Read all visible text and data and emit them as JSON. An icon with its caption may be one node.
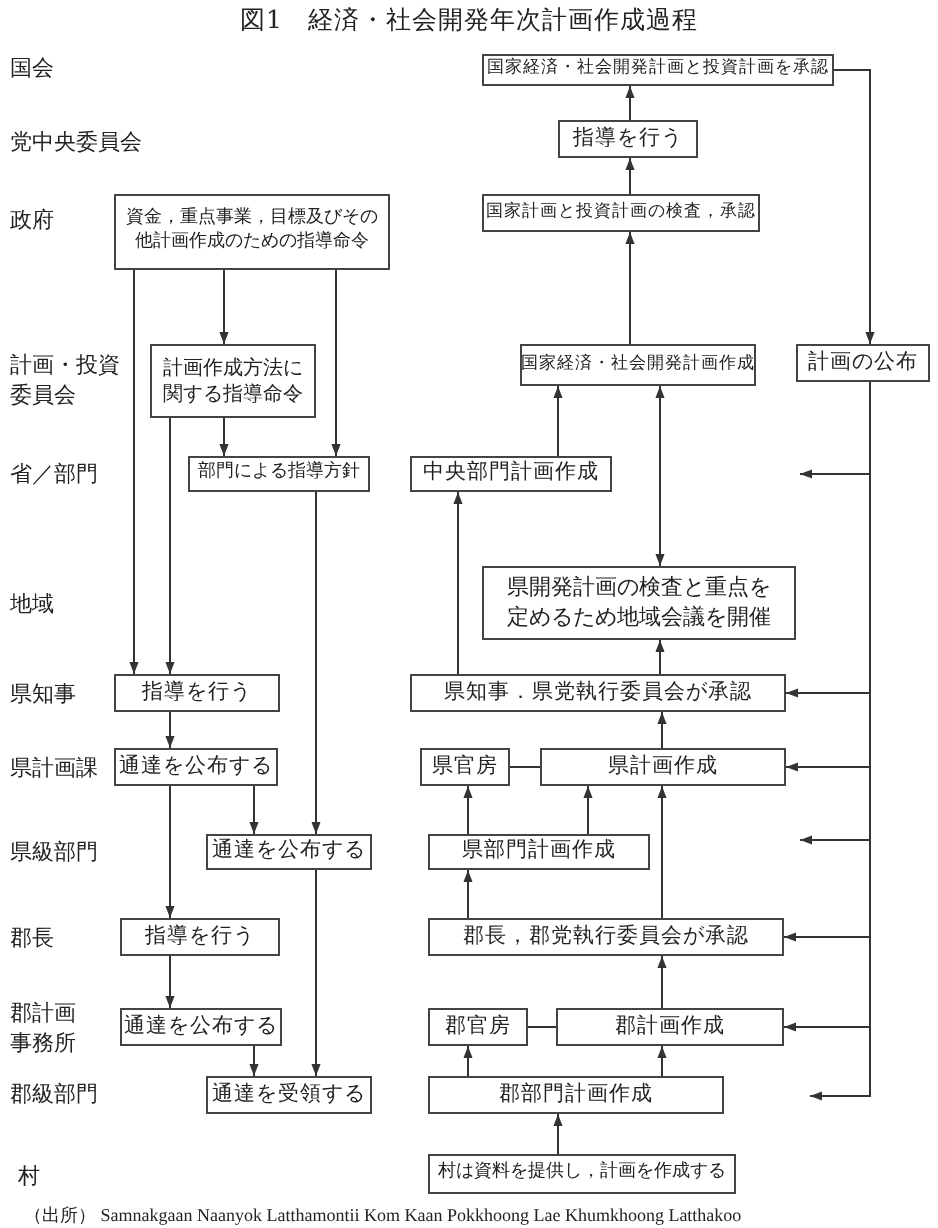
{
  "diagram": {
    "title": "図1　経済・社会開発年次計画作成過程",
    "nodes": [
      {
        "text": [
          "国家経済・社会開発計画と投資計画を承認"
        ]
      },
      {
        "text": [
          "指導を行う"
        ]
      },
      {
        "text": [
          "資金，重点事業，目標及びその他計画作成のための指導命令"
        ]
      },
      {
        "text": [
          "国家計画と投資計画の検査，承認"
        ]
      },
      {
        "text": [
          "計画作成方法に関する指導命令"
        ]
      },
      {
        "text": [
          "国家経済・社会開発計画作成"
        ]
      },
      {
        "text": [
          "計画の公布"
        ]
      },
      {
        "text": [
          "部門による指導方針"
        ]
      },
      {
        "text": [
          "中央部門計画作成"
        ]
      },
      {
        "text": [
          "県開発計画の検査と重点を定めるため地域会議を開催"
        ]
      },
      {
        "text": [
          "指導を行う"
        ]
      },
      {
        "text": [
          "県知事．県党執行委員会が承認"
        ]
      },
      {
        "text": [
          "通達を公布する"
        ]
      },
      {
        "text": [
          "県官房"
        ]
      },
      {
        "text": [
          "県計画作成"
        ]
      },
      {
        "text": [
          "通達を公布する"
        ]
      },
      {
        "text": [
          "県部門計画作成"
        ]
      },
      {
        "text": [
          "指導を行う"
        ]
      },
      {
        "text": [
          "郡長，郡党執行委員会が承認"
        ]
      },
      {
        "text": [
          "通達を公布する"
        ]
      },
      {
        "text": [
          "郡官房"
        ]
      },
      {
        "text": [
          "郡計画作成"
        ]
      },
      {
        "text": [
          "通達を受領する"
        ]
      },
      {
        "text": [
          "郡部門計画作成"
        ]
      },
      {
        "text": [
          "村は資料を提供し，計画を作成する"
        ]
      }
    ],
    "edges": [
      {
        "from": 1,
        "to": 0,
        "arrow": "to"
      },
      {
        "from": 0,
        "to": 6,
        "arrow": "to"
      },
      {
        "from": 3,
        "to": 1,
        "arrow": "to"
      },
      {
        "from": 2,
        "to": 10,
        "arrow": "to"
      },
      {
        "from": 2,
        "to": 4,
        "arrow": "to"
      },
      {
        "from": 2,
        "to": 7,
        "arrow": "to"
      },
      {
        "from": 5,
        "to": 3,
        "arrow": "to"
      },
      {
        "from": 4,
        "to": 10,
        "arrow": "to"
      },
      {
        "from": 4,
        "to": 7,
        "arrow": "to"
      },
      {
        "from": 8,
        "to": 5,
        "arrow": "to"
      },
      {
        "from": 5,
        "to": 9,
        "arrow": "both"
      },
      {
        "from": 7,
        "to": 15,
        "arrow": "to"
      },
      {
        "from": 11,
        "to": 8,
        "arrow": "to"
      },
      {
        "from": 11,
        "to": 9,
        "arrow": "to"
      },
      {
        "from": 10,
        "to": 12,
        "arrow": "to"
      },
      {
        "from": 12,
        "to": 15,
        "arrow": "to"
      },
      {
        "from": 12,
        "to": 17,
        "arrow": "to"
      },
      {
        "from": 14,
        "to": 11,
        "arrow": "to"
      },
      {
        "from": 13,
        "to": 14,
        "arrow": "none"
      },
      {
        "from": 16,
        "to": 13,
        "arrow": "to"
      },
      {
        "from": 16,
        "to": 14,
        "arrow": "to"
      },
      {
        "from": 18,
        "to": 16,
        "arrow": "to"
      },
      {
        "from": 18,
        "to": 14,
        "arrow": "to"
      },
      {
        "from": 15,
        "to": 22,
        "arrow": "to"
      },
      {
        "from": 17,
        "to": 19,
        "arrow": "to"
      },
      {
        "from": 21,
        "to": 18,
        "arrow": "to"
      },
      {
        "from": 20,
        "to": 21,
        "arrow": "none"
      },
      {
        "from": 23,
        "to": 20,
        "arrow": "to"
      },
      {
        "from": 23,
        "to": 21,
        "arrow": "to"
      },
      {
        "from": 19,
        "to": 22,
        "arrow": "to"
      },
      {
        "from": 24,
        "to": 23,
        "arrow": "to"
      },
      {
        "from": 6,
        "to": null,
        "arrow": "to"
      },
      {
        "from": 6,
        "to": 11,
        "arrow": "to"
      },
      {
        "from": 6,
        "to": 14,
        "arrow": "to"
      },
      {
        "from": 6,
        "to": null,
        "arrow": "to"
      },
      {
        "from": 6,
        "to": 18,
        "arrow": "to"
      },
      {
        "from": 6,
        "to": 21,
        "arrow": "to"
      },
      {
        "from": 6,
        "to": null,
        "arrow": "to"
      }
    ],
    "labels": [
      "国会",
      "党中央委員会",
      "政府",
      "計画・投資委員会",
      "省／部門",
      "地域",
      "県知事",
      "県計画課",
      "県級部門",
      "郡長",
      "郡計画事務所",
      "郡級部門",
      "村",
      "（出所） Samnakgaan Naanyok Latthamontii Kom Kaan Pokkhoong Lae Khumkhoong Latthakoo"
    ]
  }
}
